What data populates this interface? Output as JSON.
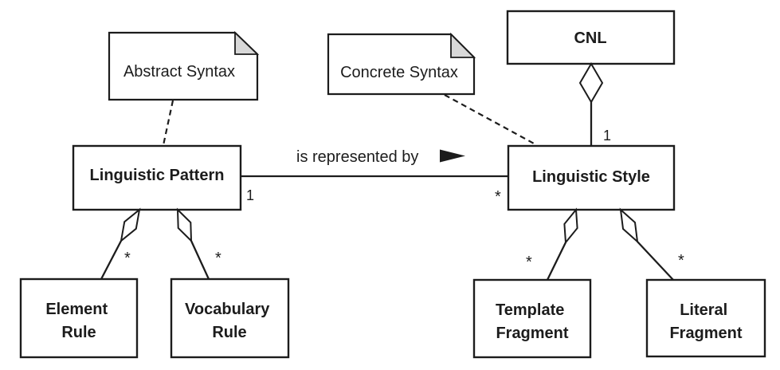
{
  "diagram": {
    "kind": "uml-class-diagram",
    "background_color": "#ffffff",
    "stroke_color": "#1c1c1c",
    "text_color": "#1c1c1c",
    "note_fold_color": "#d8d8d8",
    "icons": {
      "represented_by_arrow": "filled-right-triangle",
      "aggregation_end": "hollow-diamond",
      "note_corner": "folded-corner"
    }
  },
  "notes": {
    "abstract_syntax": {
      "label": "Abstract Syntax"
    },
    "concrete_syntax": {
      "label": "Concrete Syntax"
    }
  },
  "classes": {
    "cnl": {
      "label": "CNL"
    },
    "linguistic_pattern": {
      "label": "Linguistic Pattern"
    },
    "linguistic_style": {
      "label": "Linguistic Style"
    },
    "element_rule": {
      "lines": [
        "Element",
        "Rule"
      ]
    },
    "vocabulary_rule": {
      "lines": [
        "Vocabulary",
        "Rule"
      ]
    },
    "template_fragment": {
      "lines": [
        "Template",
        "Fragment"
      ]
    },
    "literal_fragment": {
      "lines": [
        "Literal",
        "Fragment"
      ]
    }
  },
  "associations": {
    "pattern_style": {
      "label": "is represented by",
      "pattern_end_multiplicity": "1",
      "style_end_multiplicity": "*"
    },
    "cnl_style": {
      "style_end_multiplicity": "1"
    },
    "pattern_element_rule": {
      "multiplicity": "*"
    },
    "pattern_vocabulary_rule": {
      "multiplicity": "*"
    },
    "style_template_fragment": {
      "multiplicity": "*"
    },
    "style_literal_fragment": {
      "multiplicity": "*"
    }
  }
}
